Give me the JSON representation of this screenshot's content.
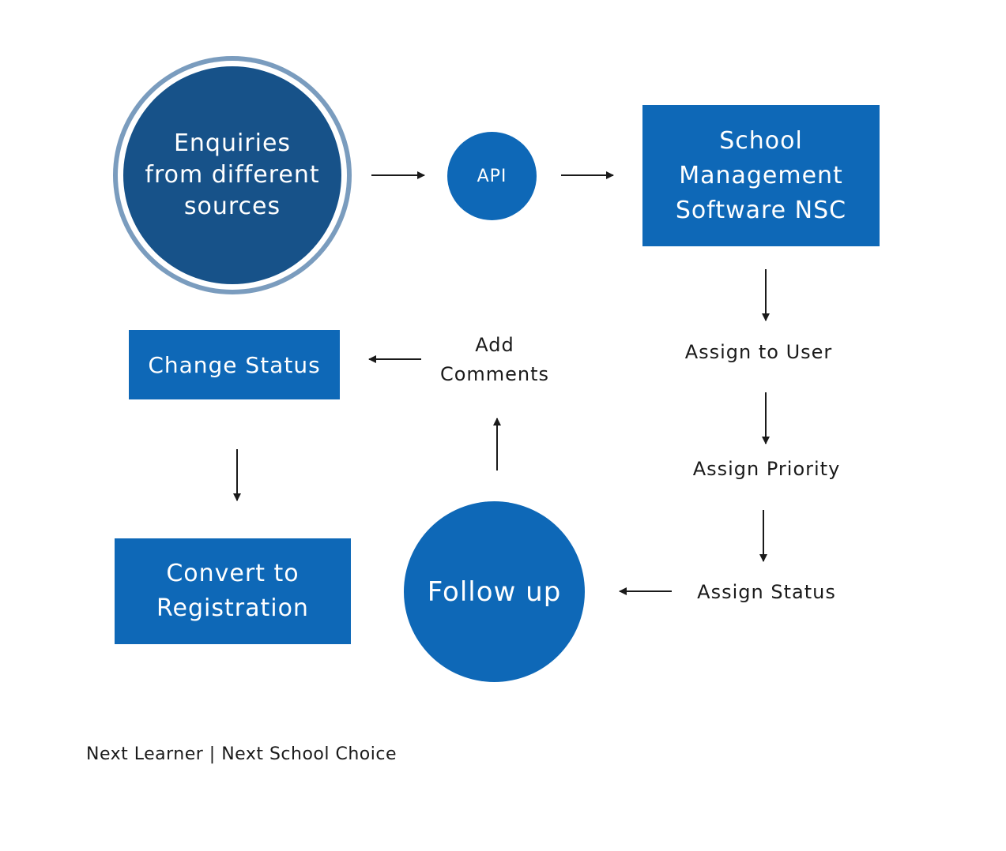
{
  "colors": {
    "primary_blue": "#0e68b7",
    "dark_blue": "#175289",
    "ring_blue": "#7a9cbe",
    "text_dark": "#1a1a1a",
    "text_light": "#ffffff"
  },
  "nodes": {
    "enquiries": "Enquiries\nfrom different\nsources",
    "api": "API",
    "school_software": "School\nManagement\nSoftware NSC",
    "assign_user": "Assign to User",
    "assign_priority": "Assign Priority",
    "assign_status": "Assign Status",
    "follow_up": "Follow up",
    "add_comments": "Add\nComments",
    "change_status": "Change Status",
    "convert_registration": "Convert to\nRegistration"
  },
  "footer": "Next Learner | Next School Choice"
}
